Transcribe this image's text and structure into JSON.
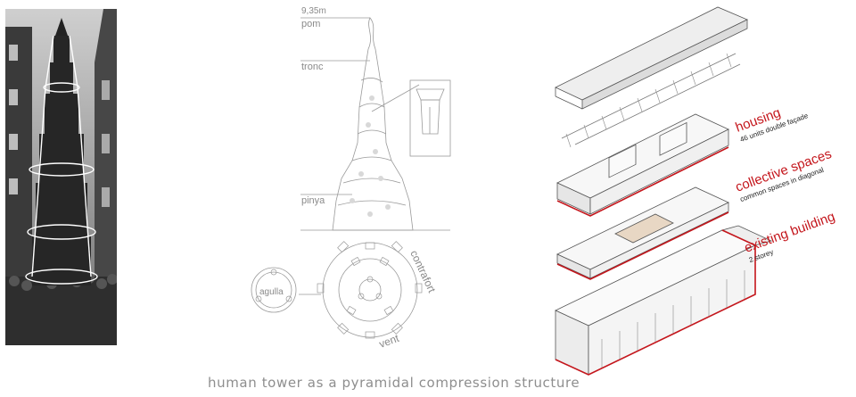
{
  "caption": "human tower as a pyramidal compression structure",
  "tower_labels": {
    "height": "9,35m",
    "pom": "pom",
    "tronc": "tronc",
    "pinya": "pinya",
    "contrafort": "contrafort",
    "agulla": "agulla",
    "vent": "vent"
  },
  "layers": {
    "housing": {
      "title": "housing",
      "subtitle": "46 units double façade"
    },
    "collective": {
      "title": "collective spaces",
      "subtitle": "common spaces in diagonal"
    },
    "existing": {
      "title": "existing building",
      "subtitle": "2 storey"
    }
  },
  "colors": {
    "accent": "#c4161c",
    "line": "#9a9a9a",
    "caption": "#8e8e8e"
  }
}
